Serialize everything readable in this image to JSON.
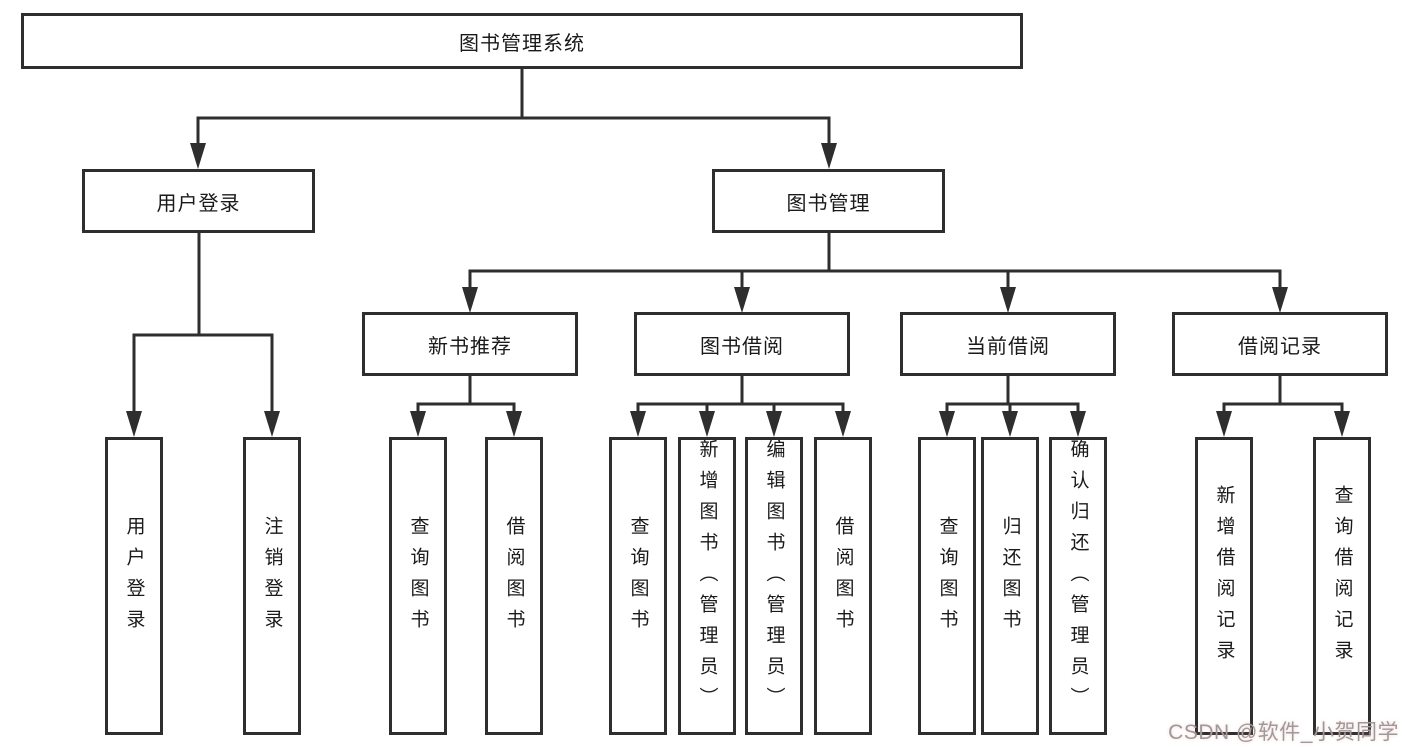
{
  "diagram": {
    "root": {
      "label": "图书管理系统"
    },
    "groups": [
      {
        "label": "用户登录",
        "children": [
          "用户登录",
          "注销登录"
        ]
      },
      {
        "label": "图书管理"
      }
    ],
    "modules": [
      {
        "label": "新书推荐",
        "children": [
          "查询图书",
          "借阅图书"
        ]
      },
      {
        "label": "图书借阅",
        "children": [
          "查询图书",
          "新增图书（管理员）",
          "编辑图书（管理员）",
          "借阅图书"
        ]
      },
      {
        "label": "当前借阅",
        "children": [
          "查询图书",
          "归还图书",
          "确认归还（管理员）"
        ]
      },
      {
        "label": "借阅记录",
        "children": [
          "新增借阅记录",
          "查询借阅记录"
        ]
      }
    ]
  },
  "watermark": {
    "text": "CSDN @软件_小贺同学"
  },
  "colors": {
    "line": "#2e2e2e",
    "border": "#2e2e2e",
    "text": "#1a1a1a",
    "watermark": "#9b9b9b",
    "background": "#ffffff"
  }
}
